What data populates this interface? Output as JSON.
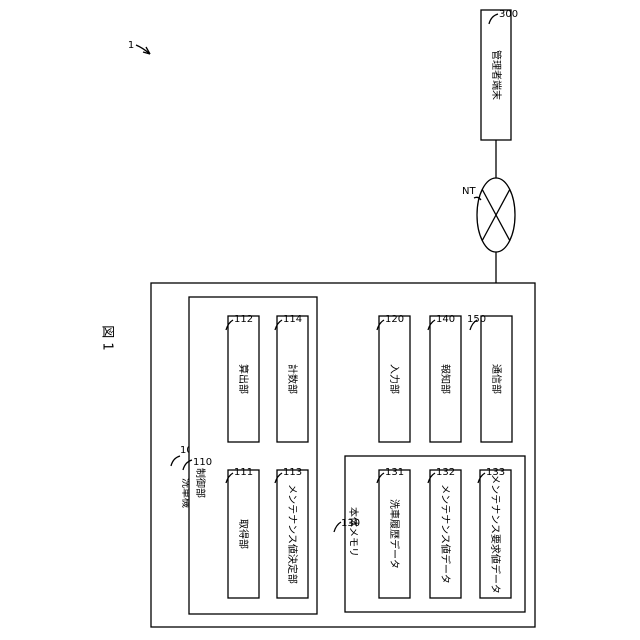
{
  "figure": {
    "title": "図 1",
    "system_ref": "1"
  },
  "terminal": {
    "ref": "300",
    "label": "管理者端末"
  },
  "network": {
    "ref": "NT"
  },
  "washer": {
    "ref": "100",
    "label": "洗車機",
    "control": {
      "ref": "110",
      "label": "制御部",
      "units": [
        {
          "ref": "111",
          "label": "取得部"
        },
        {
          "ref": "113",
          "label": "メンテナンス値決定部"
        },
        {
          "ref": "112",
          "label": "算出部"
        },
        {
          "ref": "114",
          "label": "計数部"
        }
      ]
    },
    "memory": {
      "ref": "130",
      "label": "本体メモリ",
      "items": [
        {
          "ref": "131",
          "label": "洗車履歴データ"
        },
        {
          "ref": "132",
          "label": "メンテナンス値データ"
        },
        {
          "ref": "133",
          "label": "メンテナンス要求値データ"
        }
      ]
    },
    "input": {
      "ref": "120",
      "label": "入力部"
    },
    "notify": {
      "ref": "140",
      "label": "報知部"
    },
    "comm": {
      "ref": "150",
      "label": "通信部"
    }
  }
}
